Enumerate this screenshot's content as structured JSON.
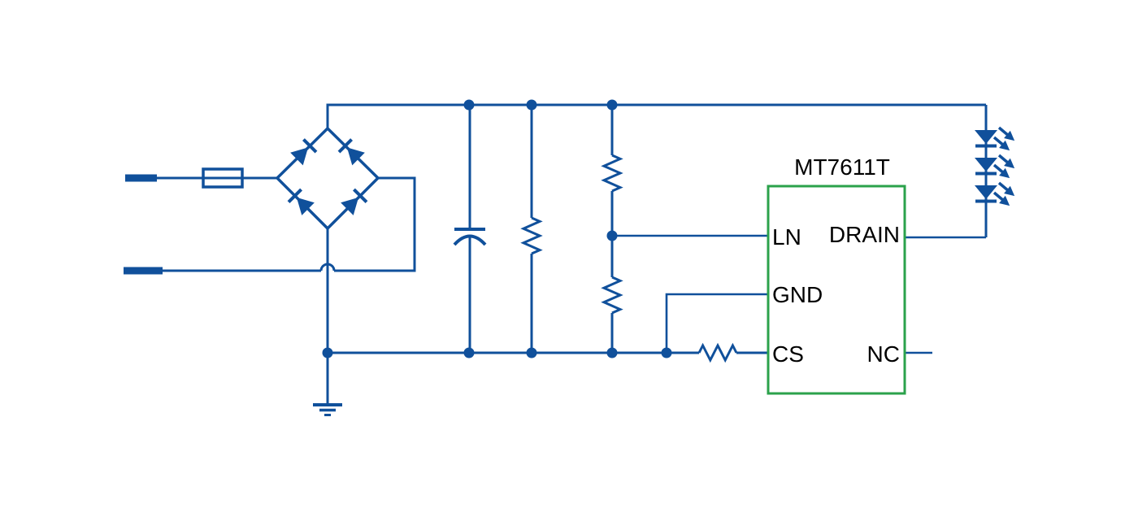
{
  "schematic": {
    "chip": {
      "title": "MT7611T",
      "pin_ln": "LN",
      "pin_gnd": "GND",
      "pin_cs": "CS",
      "pin_drain": "DRAIN",
      "pin_nc": "NC"
    },
    "components": [
      {
        "name": "ac-input-terminal-line"
      },
      {
        "name": "ac-input-terminal-neutral"
      },
      {
        "name": "fuse"
      },
      {
        "name": "bridge-rectifier",
        "diodes": 4
      },
      {
        "name": "filter-capacitor"
      },
      {
        "name": "bleeder-resistor"
      },
      {
        "name": "divider-resistor-upper"
      },
      {
        "name": "divider-resistor-lower"
      },
      {
        "name": "current-sense-resistor"
      },
      {
        "name": "led-string",
        "leds": 3
      },
      {
        "name": "earth-ground"
      },
      {
        "name": "wire-crossover-hop"
      }
    ],
    "colors": {
      "wire": "#10509b",
      "chip_outline": "#2ba24b",
      "label": "#000000",
      "background": "#ffffff"
    }
  }
}
